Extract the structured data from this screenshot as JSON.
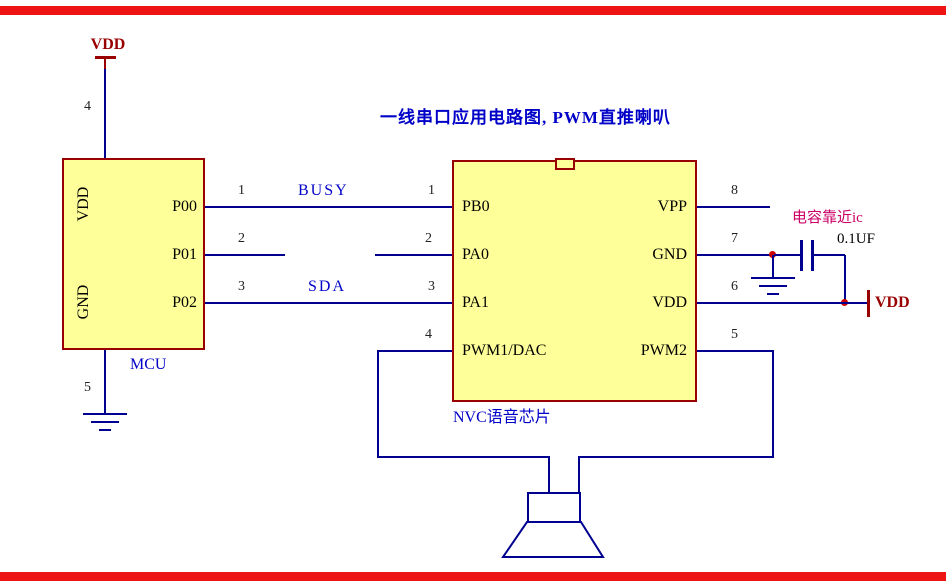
{
  "colors": {
    "wire_blue": "#000090",
    "block_border_maroon": "#990000",
    "block_fill_yellow": "#FFFF99",
    "label_blue": "#0000C8",
    "power_dark_red": "#990000",
    "note_magenta": "#CC0066",
    "banner_red": "#EF1414"
  },
  "title": "一线串口应用电路图, PWM直推喇叭",
  "mcu": {
    "name": "MCU",
    "power_label": "VDD",
    "top_pin_number": "4",
    "bottom_pin_number": "5",
    "left_pins": [
      "VDD",
      "GND"
    ],
    "right_pins": [
      {
        "name": "P00",
        "number": "1"
      },
      {
        "name": "P01",
        "number": "2"
      },
      {
        "name": "P02",
        "number": "3"
      }
    ]
  },
  "chip": {
    "name": "NVC语音芯片",
    "left_pins": [
      {
        "name": "PB0",
        "number": "1"
      },
      {
        "name": "PA0",
        "number": "2"
      },
      {
        "name": "PA1",
        "number": "3"
      },
      {
        "name": "PWM1/DAC",
        "number": "4"
      }
    ],
    "right_pins": [
      {
        "name": "VPP",
        "number": "8"
      },
      {
        "name": "GND",
        "number": "7"
      },
      {
        "name": "VDD",
        "number": "6"
      },
      {
        "name": "PWM2",
        "number": "5"
      }
    ]
  },
  "nets": {
    "busy": "BUSY",
    "sda": "SDA"
  },
  "capacitor": {
    "note": "电容靠近ic",
    "value": "0.1UF"
  },
  "vdd_right_label": "VDD"
}
